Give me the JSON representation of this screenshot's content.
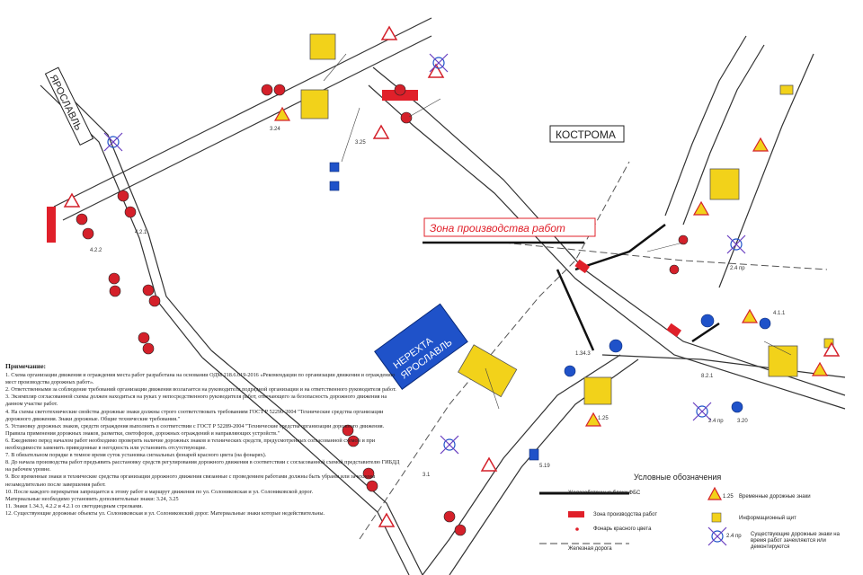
{
  "labels": {
    "yaroslavl": "ЯРОСЛАВЛЬ",
    "kostroma": "КОСТРОМА",
    "work_zone": "Зона производства работ",
    "direction_sign_line1": "НЕРЕХТА",
    "direction_sign_line2": "ЯРОСЛАВЛЬ"
  },
  "notes": {
    "title": "Примечание:",
    "items": [
      "1. Схема организации движения и ограждения места работ разработана на основании ОДМ 218.6.019-2016 «Рекомендации по организации движения и ограждению мест производства дорожных работ».",
      "2. Ответственными за соблюдение требований организации движения возлагается на руководителя подрядной организации и на ответственного руководителя работ.",
      "3. Экземпляр согласованной схемы должен находиться на руках у непосредственного руководителя работ, отвечающего за безопасность дорожного движения на данном участке работ.",
      "4. На схемы светотехнические свойства дорожные знаки должны строго соответствовать требованиям ГОСТ Р 52290-2004 \"Технические средства организации дорожного движения. Знаки дорожные. Общие технические требования.\"",
      "5. Установку дорожных знаков, средств ограждения выполнять в соответствии с ГОСТ Р 52289-2004 \"Технические средства организации дорожного движения. Правила применения дорожных знаков, разметки, светофоров, дорожных ограждений и направляющих устройств.\"",
      "6. Ежедневно перед началом работ необходимо проверять наличие дорожных знаков и технических средств, предусмотренных согласованной схемой и при необходимости заменить приведенные в негодность или установить отсутствующие.",
      "7. В обязательном порядке в темное время суток установка сигнальных фонарей красного цвета (на фонарях).",
      "8. До начала производства работ предъявить расстановку средств регулирования дорожного движения в соответствии с согласованной схемой представителю ГИБДД на рабочем уровне.",
      "9. Все временные знаки и технические средства организации дорожного движения связанные с проведением работами должны быть убраны или зачехлены незамедлительно после завершения работ.",
      "10. После каждого перекрытия запрещается к этому работ и маршрут движения по ул. Солониковская и ул. Солониковской дорог.",
      "Материальные необходимо установить дополнительные знаки: 3.24, 3.25",
      "11. Знаки 1.34.3, 4.2.2 и 4.2.1 со светодиодным стрелками.",
      "12. Существующие дорожные объекты ул. Солониковская и ул. Солониковский дорог. Материальные знаки которые недействительны."
    ]
  },
  "legend": {
    "title": "Условные обозначения",
    "items": {
      "fence": "Железобетонные блоки ФБС",
      "work_zone": "Зона производства работ",
      "lamp": "Фонарь красного цвета",
      "railway": "Железная дорога",
      "temp_sign_code": "1.25",
      "temp_sign": "Временные дорожные знаки",
      "info_board": "Информационный щит",
      "dismantle_code": "2.4 пр",
      "dismantle": "Существующие дорожные знаки на время работ зачехляются или демонтируются"
    }
  },
  "sign_codes": [
    "3.24",
    "3.25",
    "1.25",
    "4.2.2",
    "4.2.1",
    "1.34.3",
    "3.1",
    "5.19",
    "2.4 пр",
    "8.2.1",
    "3.20",
    "4.1.1"
  ],
  "colors": {
    "road": "#333333",
    "work_zone": "#e0202a",
    "temp_sign": "#f2d21a",
    "info_sign": "#1f52c9",
    "prohibition": "#d4202a",
    "strike": "#6a3fc0"
  }
}
